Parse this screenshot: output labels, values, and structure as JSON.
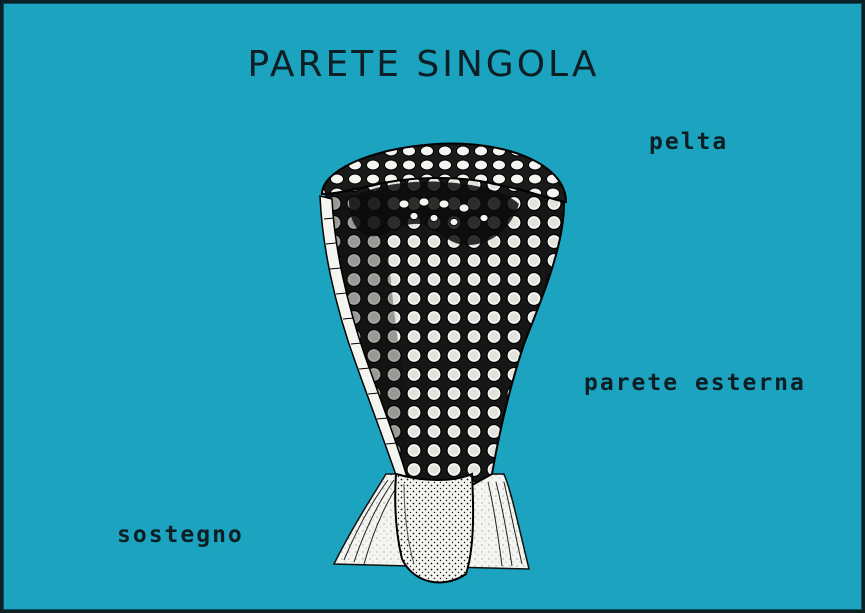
{
  "title": "PARETE SINGOLA",
  "labels": {
    "pelta": "pelta",
    "parete_esterna": "parete esterna",
    "sostegno": "sostegno"
  },
  "illustration": {
    "subject": "radiolarian-single-wall-skeleton",
    "colors": {
      "background": "#1ca3bf",
      "ink": "#0d1f24",
      "paper": "#f4f4f0"
    }
  }
}
